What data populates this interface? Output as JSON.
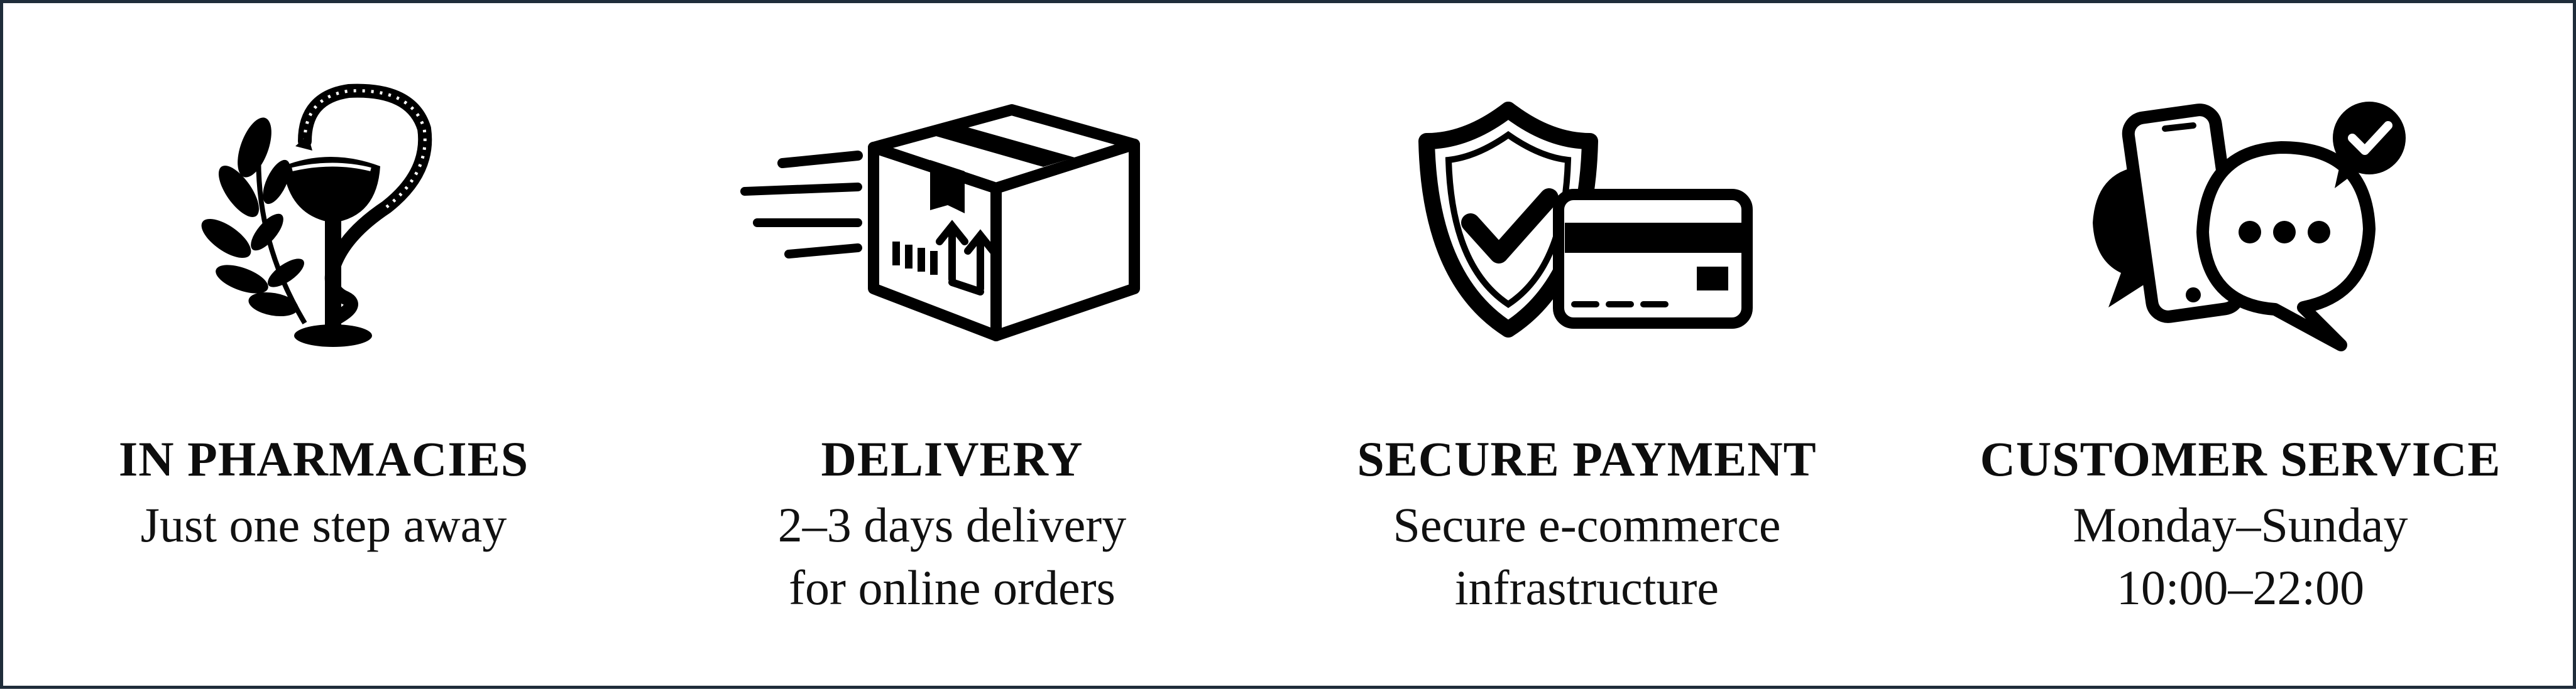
{
  "features": [
    {
      "icon": "caduceus-bowl-icon",
      "title": "IN PHARMACIES",
      "lines": [
        "Just one step away"
      ]
    },
    {
      "icon": "delivery-box-icon",
      "title": "DELIVERY",
      "lines": [
        "2–3 days delivery",
        "for online orders"
      ]
    },
    {
      "icon": "shield-card-icon",
      "title": "SECURE PAYMENT",
      "lines": [
        "Secure e-commerce",
        "infrastructure"
      ]
    },
    {
      "icon": "phone-chat-icon",
      "title": "CUSTOMER SERVICE",
      "lines": [
        "Monday–Sunday",
        "10:00–22:00"
      ]
    }
  ],
  "colors": {
    "border": "#1f2d3a",
    "text": "#0d0d0d",
    "icon": "#000000"
  }
}
